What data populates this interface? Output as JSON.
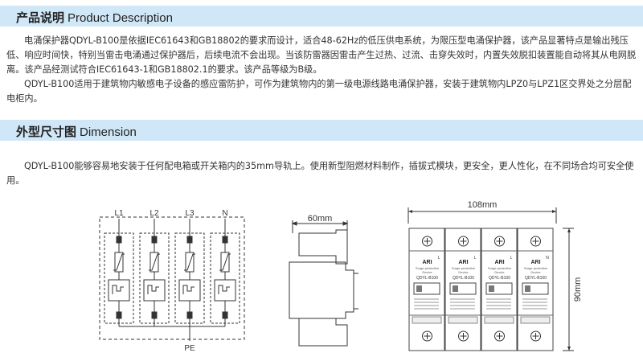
{
  "sections": [
    {
      "title_cn": "产品说明",
      "title_en": "Product Description"
    },
    {
      "title_cn": "外型尺寸图",
      "title_en": "Dimension"
    }
  ],
  "description": {
    "p1": "电涌保护器QDYL-B100是依据IEC61643和GB18802的要求而设计，适合48-62Hz的低压供电系统，为限压型电涌保护器，该产品显著特点是输出残压低、响应时间快，特别当雷击电涌通过保护器后，后续电流不会出现。当该防雷器因雷击产生过热、过流、击穿失效时，内置失效脱扣装置能自动将其从电网脱离。该产品经测试符合IEC61643-1和GB18802.1的要求。该产品等级为B级。",
    "p2": "QDYL-B100适用于建筑物内敏感电子设备的感应雷防护，可作为建筑物内的第一级电源线路电涌保护器，安装于建筑物内LPZ0与LPZ1区交界处之分层配电柜内。"
  },
  "dimension": {
    "p1": "QDYL-B100能够容易地安装于任何配电箱或开关箱内的35mm导轨上。使用新型阻燃材料制作，插拔式模块，更安全，更人性化，在不同场合均可安全使用。"
  },
  "schematic": {
    "lines": [
      "L1",
      "L2",
      "L3",
      "N"
    ],
    "ground": "PE"
  },
  "side_view": {
    "width_label": "60mm"
  },
  "front_view": {
    "width_label": "108mm",
    "height_label": "90mm",
    "modules": [
      {
        "terminal": "L",
        "brand": "ARI",
        "caption": "Surge protective\nDevice",
        "model": "QDYL-B100"
      },
      {
        "terminal": "L",
        "brand": "ARI",
        "caption": "Surge protective\nDevice",
        "model": "QDYL-B100"
      },
      {
        "terminal": "L",
        "brand": "ARI",
        "caption": "Surge protective\nDevice",
        "model": "QDYL-B100"
      },
      {
        "terminal": "N",
        "brand": "ARI",
        "caption": "Surge protective\nDevice",
        "model": "QDYL-B100"
      }
    ]
  },
  "colors": {
    "band": "#cfe7f6",
    "line": "#333333"
  }
}
